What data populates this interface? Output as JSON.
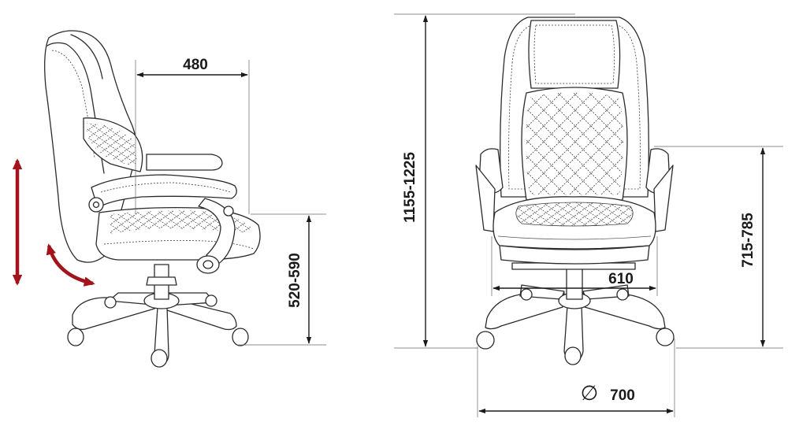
{
  "dimensions": {
    "seat_depth": "480",
    "seat_height": "520-590",
    "total_height": "1155-1225",
    "seat_width": "610",
    "armrest_height": "715-785",
    "base_symbol": "∅",
    "base_diameter": "700"
  },
  "colors": {
    "line": "#2b2b2b",
    "dimension": "#1a1a1a",
    "accent_arrow": "#a3131b",
    "background": "#ffffff"
  }
}
